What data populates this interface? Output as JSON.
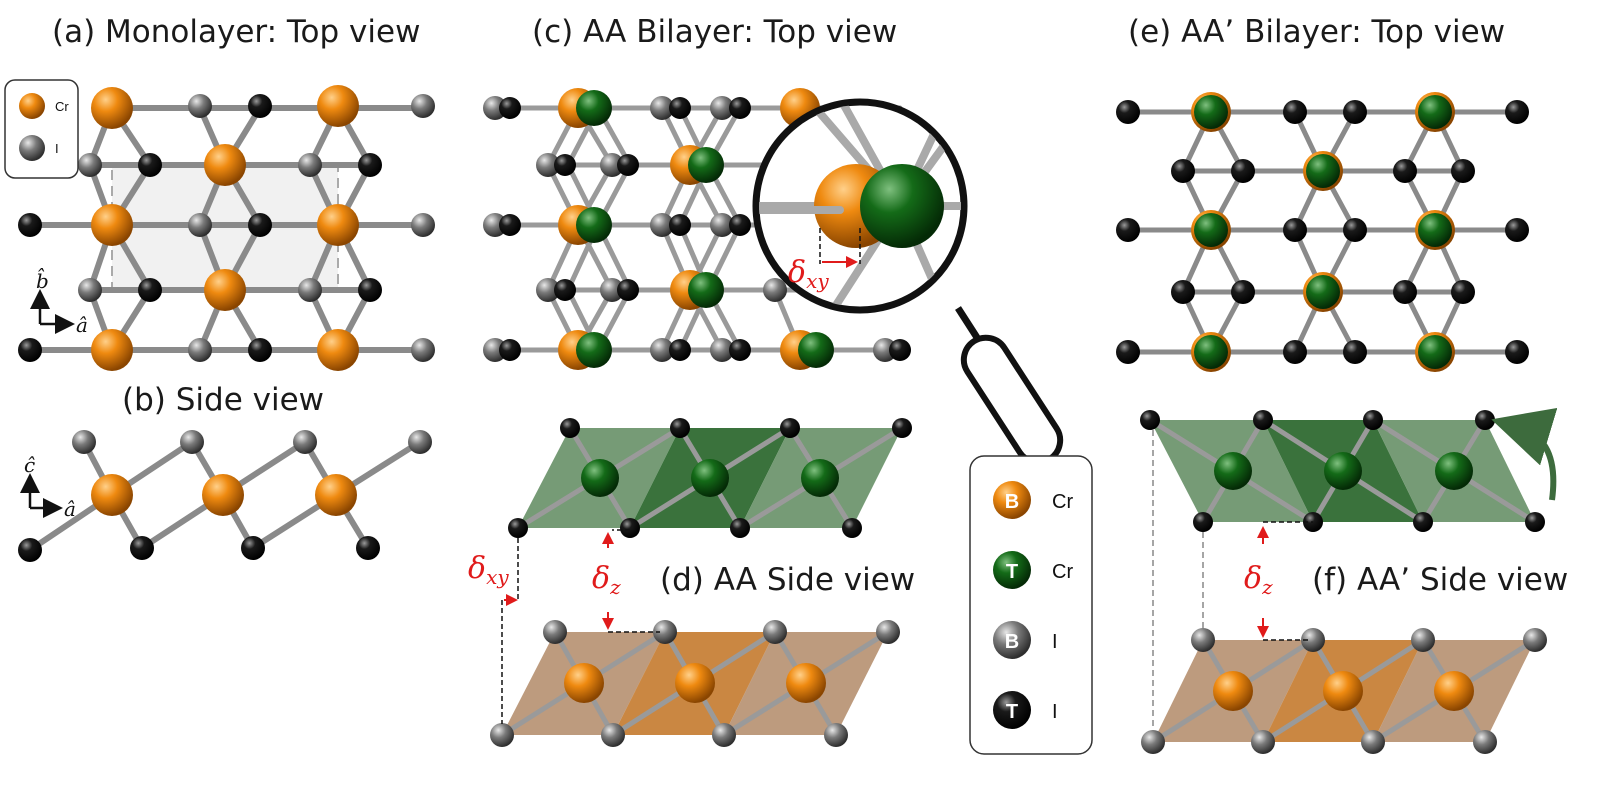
{
  "titles": {
    "a": "(a) Monolayer: Top view",
    "b": "(b) Side view",
    "c": "(c) AA Bilayer: Top view",
    "d": "(d) AA Side view",
    "e": "(e) AA’ Bilayer: Top view",
    "f": "(f) AA’ Side view"
  },
  "legend_a": [
    {
      "label": "Cr",
      "color": "#e07b00"
    },
    {
      "label": "I",
      "color": "#555555"
    }
  ],
  "legend_main": [
    {
      "marker": "B",
      "label": "Cr",
      "color": "#e07b00"
    },
    {
      "marker": "T",
      "label": "Cr",
      "color": "#0f5a12"
    },
    {
      "marker": "B",
      "label": "I",
      "color": "#777777"
    },
    {
      "marker": "T",
      "label": "I",
      "color": "#111111"
    }
  ],
  "axes": {
    "a": "â",
    "b": "b̂",
    "c": "ĉ"
  },
  "annotations": {
    "delta_xy": "δxy",
    "delta_xy_sub": "xy",
    "delta_z_sub": "z",
    "delta": "δ"
  },
  "colors": {
    "cr_bottom": "#e07b00",
    "cr_top": "#0f5a12",
    "i_bottom": "#6e6e6e",
    "i_top": "#0d0d0d",
    "annotation": "#e01b1b"
  }
}
